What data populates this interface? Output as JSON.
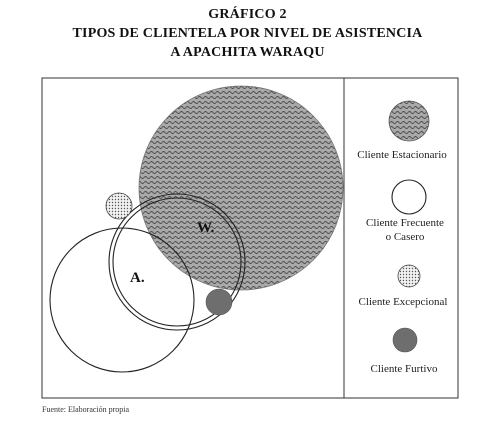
{
  "header": {
    "line1": "GRÁFICO 2",
    "line2": "TIPOS DE CLIENTELA POR NIVEL DE ASISTENCIA",
    "line3": "A APACHITA WARAQU"
  },
  "diagram": {
    "label_w": "W.",
    "label_a": "A."
  },
  "legend": {
    "items": [
      {
        "lines": [
          "Cliente Estacionario"
        ],
        "icon": "wavy-hatched-circle"
      },
      {
        "lines": [
          "Cliente Frecuente",
          "o Casero"
        ],
        "icon": "hollow-circle"
      },
      {
        "lines": [
          "Cliente Excepcional"
        ],
        "icon": "dotted-circle"
      },
      {
        "lines": [
          "Cliente  Furtivo"
        ],
        "icon": "dark-filled-circle"
      }
    ]
  },
  "footer": {
    "source": "Fuente: Elaboración propia"
  },
  "colors": {
    "stationary_fill": "#9a9a9a",
    "furtive_fill": "#6e6e6e",
    "exceptional_fill": "#e6e6e6",
    "border": "#333333"
  }
}
